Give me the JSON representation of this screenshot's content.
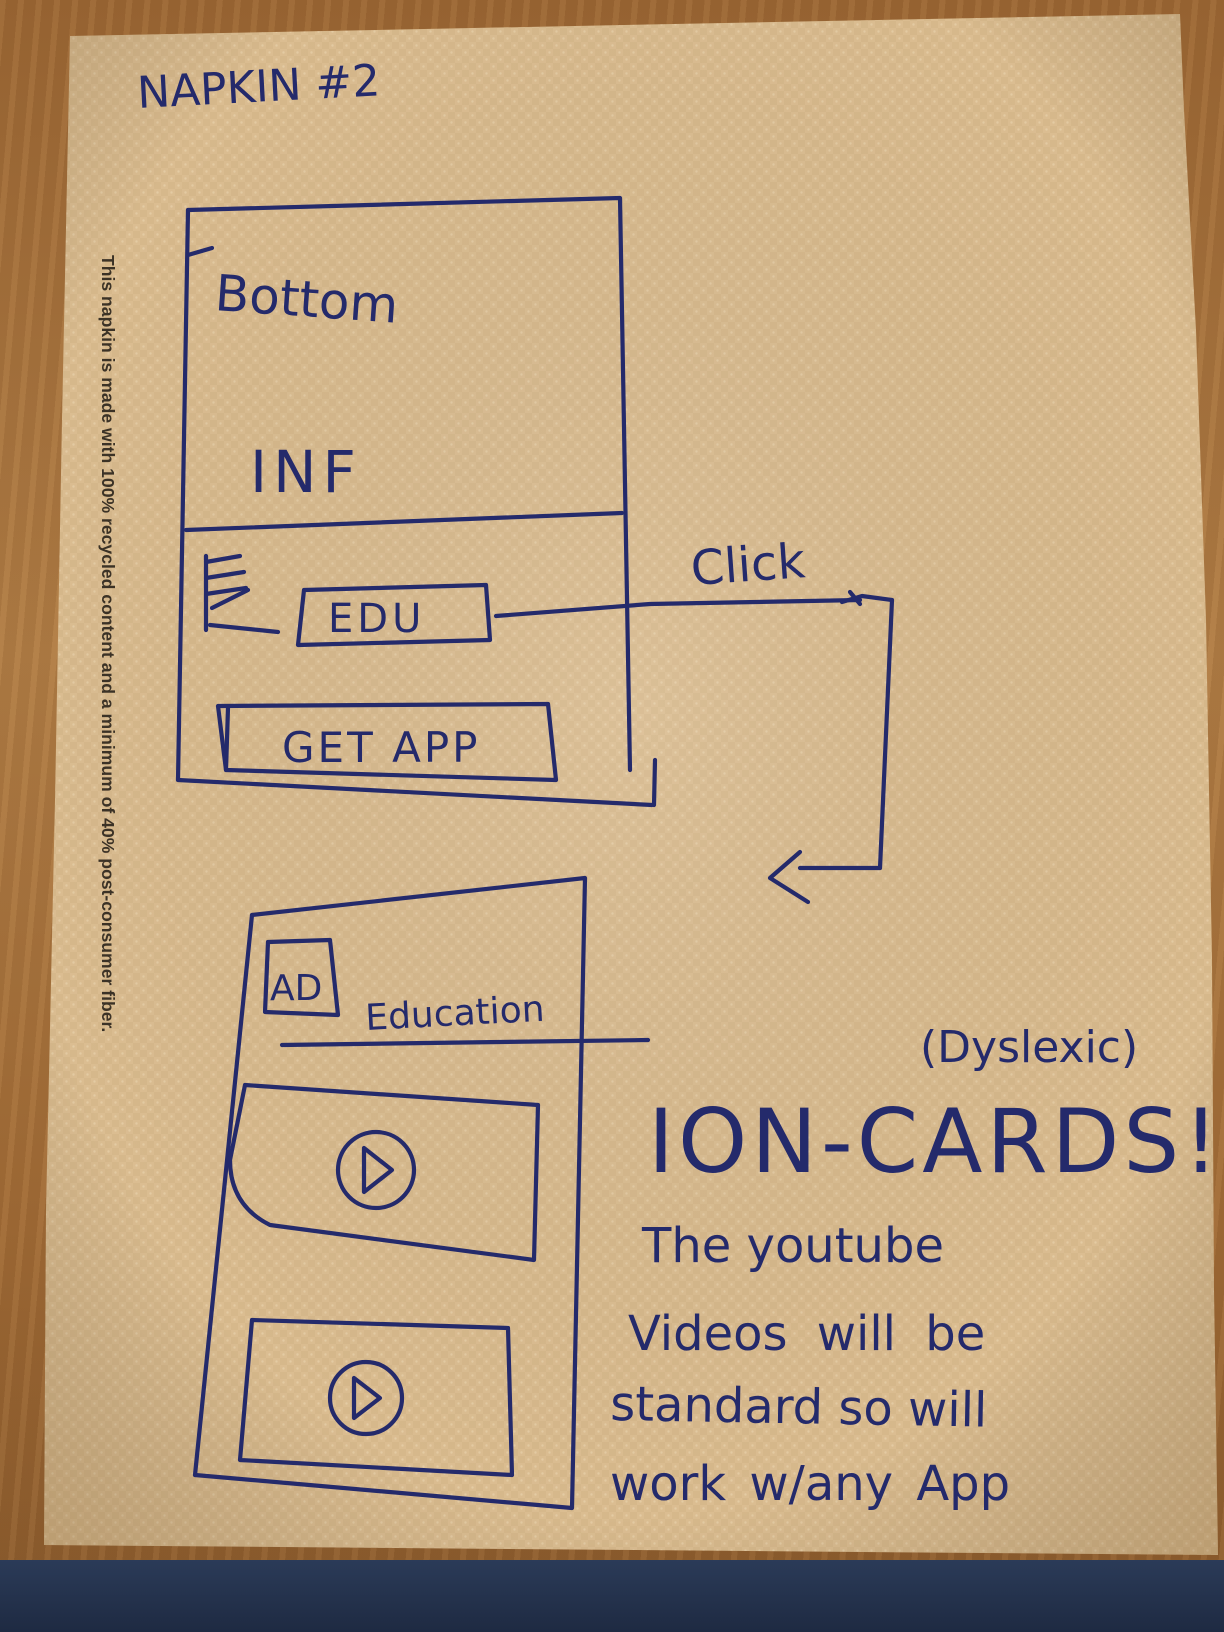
{
  "colors": {
    "ink": "#242a6b",
    "napkin": "#dbbd91",
    "table": "#a8723a",
    "print": "#3b3226"
  },
  "napkin": {
    "title": "NAPKIN #2",
    "printed_notice": "This napkin is made with 100% recycled content and a minimum of 40% post-consumer fiber."
  },
  "sketch_top": {
    "label_bottom": "Bottom",
    "label_inf": "INF",
    "menu_icon": "hamburger-menu-icon",
    "edu_button": "EDU",
    "get_app_button": "GET APP",
    "arrow_label": "Click"
  },
  "sketch_bottom": {
    "ad_box": "AD",
    "header": "Education",
    "video_cards": [
      {
        "icon": "play-icon"
      },
      {
        "icon": "play-icon"
      }
    ]
  },
  "notes": {
    "dyslexic": "(Dyslexic)",
    "ion_cards": "ION-CARDS!",
    "line1": "The youtube",
    "line2": "Videos will be",
    "line3": "standard so will",
    "line4": "work w/any App"
  }
}
